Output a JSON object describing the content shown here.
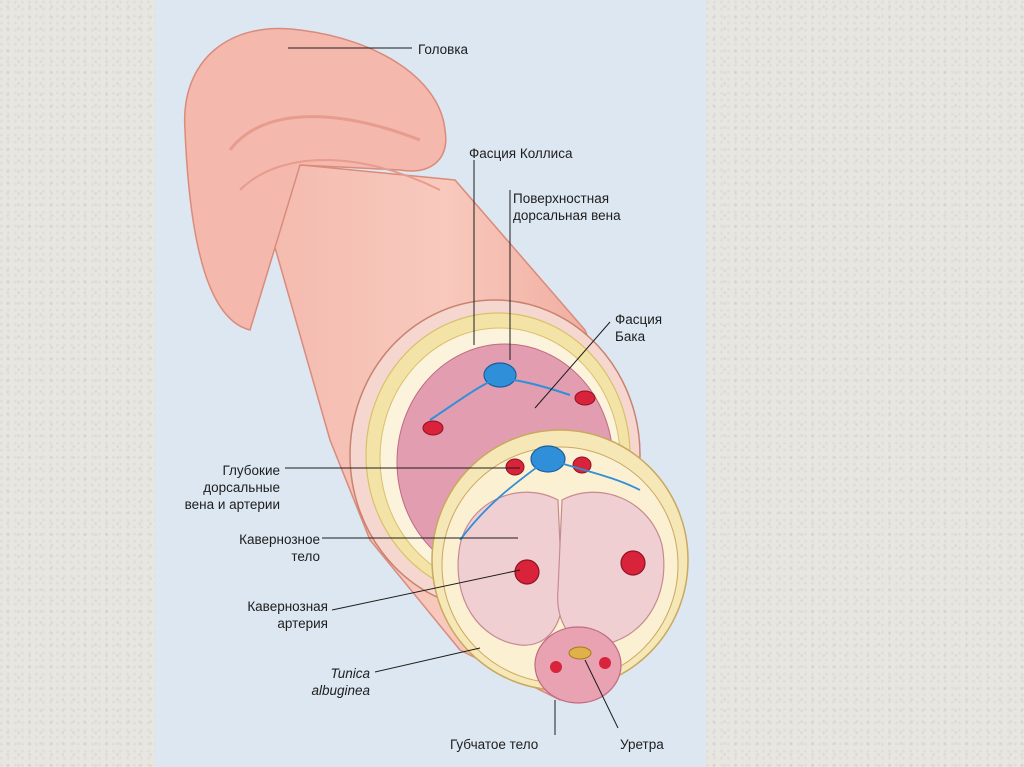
{
  "labels": {
    "glans": "Головка",
    "colles_fascia": "Фасция Коллиса",
    "superficial_dorsal_vein": "Поверхностная\nдорсальная вена",
    "bucks_fascia": "Фасция\nБака",
    "deep_dorsal": "Глубокие\nдорсальные\nвена и артерии",
    "corpus_cavernosum": "Кавернозное\nтело",
    "cavernous_artery": "Кавернозная\nартерия",
    "tunica_albuginea": "Tunica\nalbuginea",
    "corpus_spongiosum": "Губчатое тело",
    "urethra": "Уретра"
  },
  "colors": {
    "skin": "#f2b4a8",
    "vein": "#2f8fd8",
    "artery": "#d8233a",
    "fascia_yellow": "#f3e3a6",
    "tissue_pink": "#f1c6c9",
    "panel_bg": "#dde7f1"
  }
}
